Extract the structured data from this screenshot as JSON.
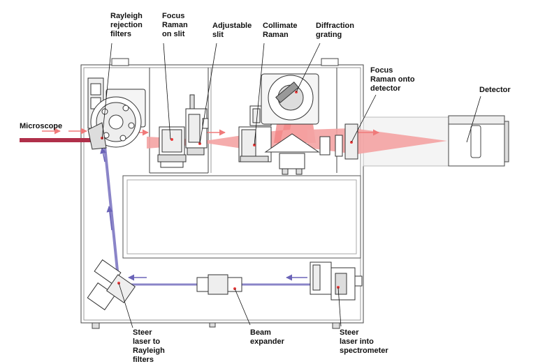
{
  "labels": {
    "rayleigh": [
      "Rayleigh",
      "rejection",
      "filters"
    ],
    "focus_slit": [
      "Focus",
      "Raman",
      "on slit"
    ],
    "adjustable": [
      "Adjustable",
      "slit"
    ],
    "collimate": [
      "Collimate",
      "Raman"
    ],
    "diffraction": [
      "Diffraction",
      "grating"
    ],
    "focus_detector": [
      "Focus",
      "Raman onto",
      "detector"
    ],
    "detector": [
      "Detector"
    ],
    "microscope": [
      "Microscope"
    ],
    "steer_rayleigh": [
      "Steer",
      "laser to",
      "Rayleigh",
      "filters"
    ],
    "beam_expander": [
      "Beam",
      "expander"
    ],
    "steer_spectrometer": [
      "Steer",
      "laser into",
      "spectrometer"
    ]
  },
  "colors": {
    "raman": "#ee3b3b",
    "raman_beam": "#f4a3a3",
    "microscope_beam": "#b0304a",
    "laser": "#8a84c8",
    "outline": "#444444",
    "text": "#111111"
  }
}
